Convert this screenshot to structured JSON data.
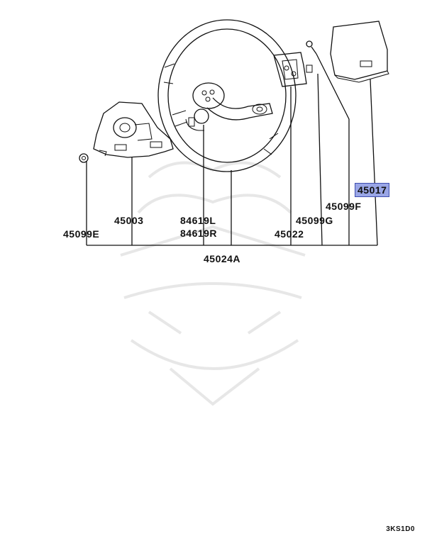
{
  "parts": {
    "p45017": "45017",
    "p45099F": "45099F",
    "p45099G": "45099G",
    "p45022": "45022",
    "p84619L": "84619L",
    "p84619R": "84619R",
    "p45003": "45003",
    "p45099E": "45099E",
    "p45024A": "45024A"
  },
  "highlight_color": "#9aa6e6",
  "diagram_code": "3KS1D0"
}
